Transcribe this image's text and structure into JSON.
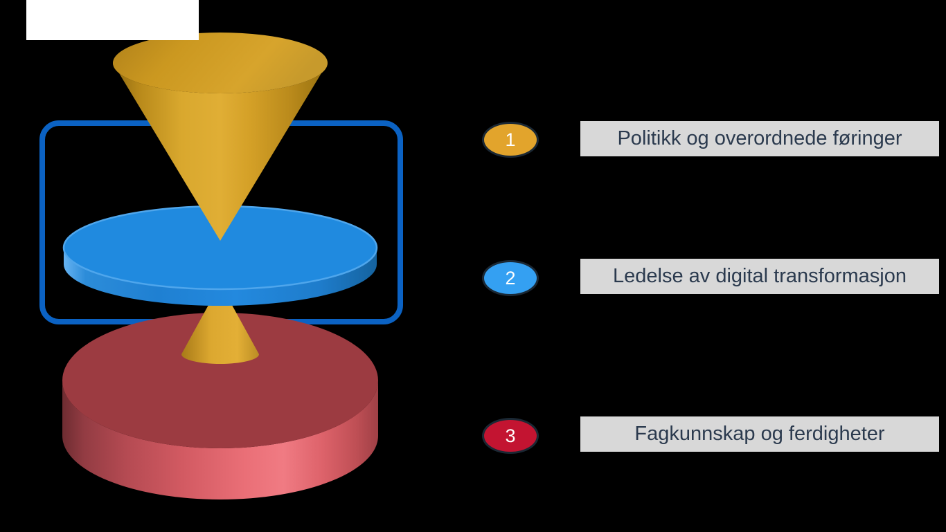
{
  "colors": {
    "background": "#000000",
    "white-box": "#FFFFFF",
    "frame-blue": "#0B62C3",
    "disk-blue": "#208ADF",
    "disk-edge": "#4FA6EC",
    "cylinder-top": "#9C3B41",
    "badge-border": "#1B2834",
    "badge-text": "#FFFFFF",
    "badge1-fill": "#E2A42C",
    "badge2-fill": "#34A0F2",
    "badge3-fill": "#C31431",
    "label-bg": "#D8D8D8",
    "label-text": "#2B3A4E"
  },
  "legend": {
    "items": [
      {
        "number": "1",
        "label": "Politikk og overordnede føringer",
        "badge_color": "#E2A42C"
      },
      {
        "number": "2",
        "label": "Ledelse av digital transformasjon",
        "badge_color": "#34A0F2"
      },
      {
        "number": "3",
        "label": "Fagkunnskap og ferdigheter",
        "badge_color": "#C31431"
      }
    ]
  },
  "diagram": {
    "shapes": [
      {
        "name": "inverted-gold-cone",
        "color": "#D5A02A",
        "legend_number": "1"
      },
      {
        "name": "blue-disc",
        "color": "#208ADF",
        "legend_number": "2"
      },
      {
        "name": "small-gold-cone",
        "color": "#D5A02A",
        "legend_number": "1"
      },
      {
        "name": "red-cylinder",
        "color": "#E66A72",
        "legend_number": "3"
      },
      {
        "name": "blue-rounded-frame",
        "color": "#0B62C3",
        "legend_number": ""
      }
    ]
  }
}
